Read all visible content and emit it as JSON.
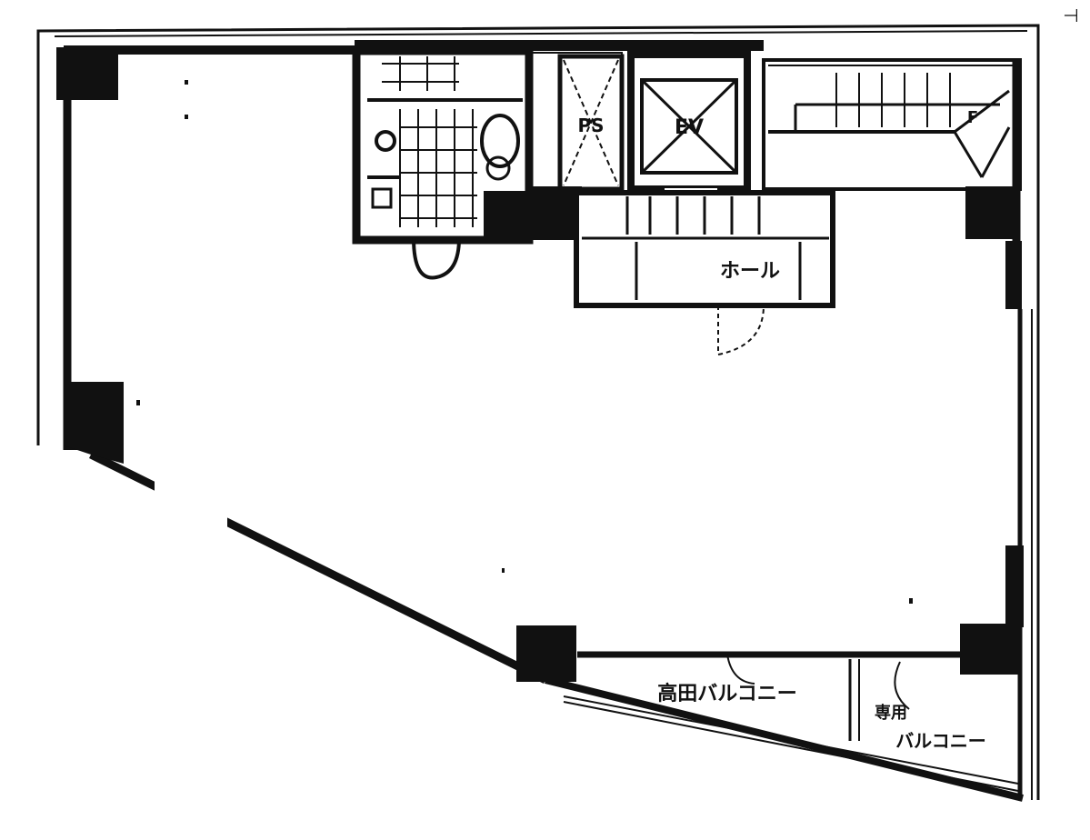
{
  "labels": {
    "ps": "PS",
    "ev": "EV",
    "hall": "ホール",
    "balcony_main": "高田バルコニー",
    "balcony_sub_top": "専用",
    "balcony_sub": "バルコニー"
  },
  "corner_mark": "⊣",
  "colors": {
    "ink": "#111111",
    "paper": "#ffffff"
  }
}
